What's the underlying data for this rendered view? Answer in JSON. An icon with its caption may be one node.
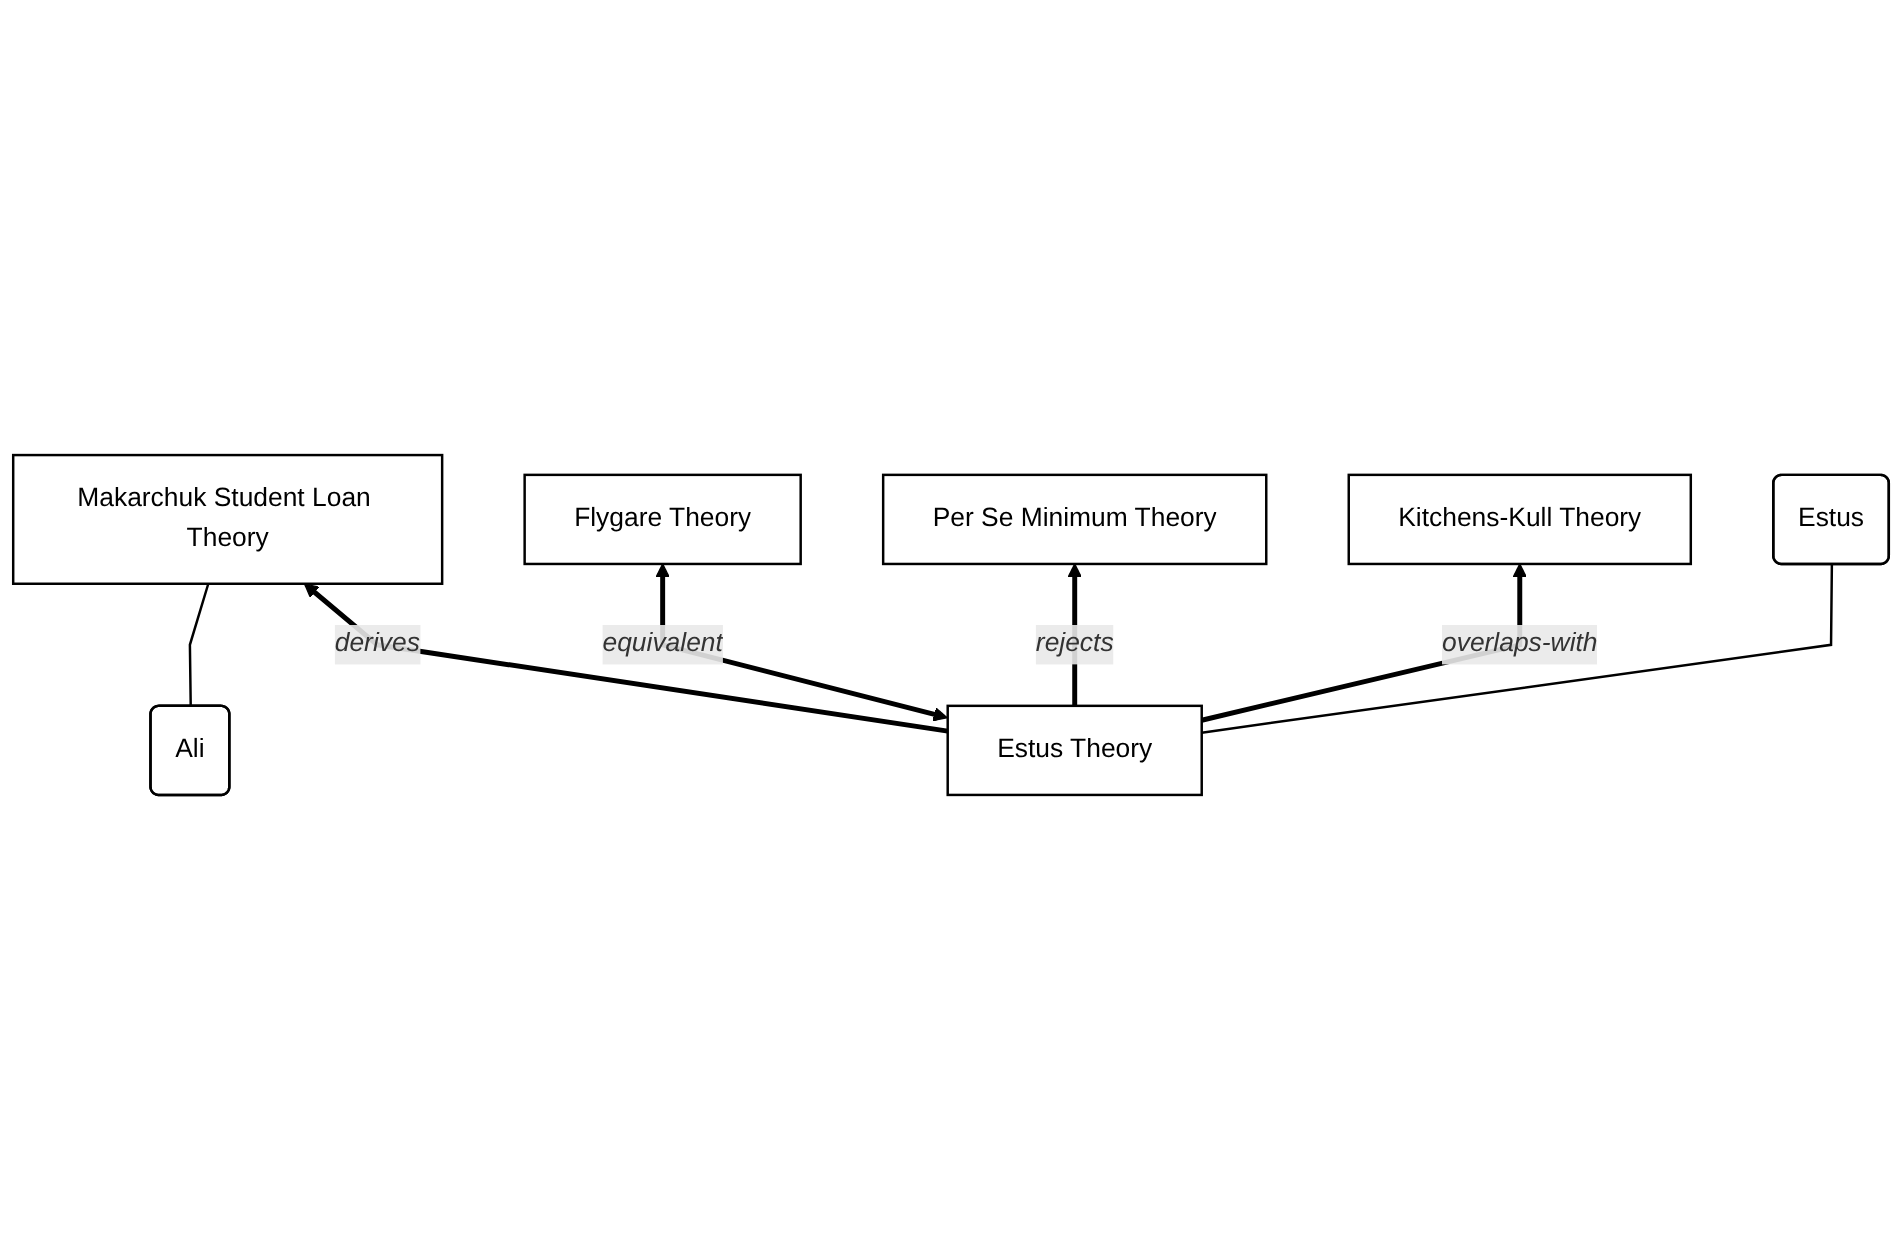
{
  "diagram": {
    "nodes": [
      {
        "text": [
          "Ali"
        ]
      },
      {
        "text": [
          "Makarchuk Student Loan Theory"
        ]
      },
      {
        "text": [
          "Flygare Theory"
        ]
      },
      {
        "text": [
          "Per Se Minimum Theory"
        ]
      },
      {
        "text": [
          "Estus Theory"
        ]
      },
      {
        "text": [
          "Kitchens-Kull Theory"
        ]
      },
      {
        "text": [
          "Estus"
        ]
      }
    ],
    "edges": [
      {
        "from": 0,
        "to": 1,
        "arrow": "none"
      },
      {
        "from": 4,
        "to": 1,
        "arrow": "to",
        "label": "derives"
      },
      {
        "from": 4,
        "to": 2,
        "arrow": "both",
        "label": "equivalent"
      },
      {
        "from": 4,
        "to": 3,
        "arrow": "to",
        "label": "rejects"
      },
      {
        "from": 4,
        "to": 5,
        "arrow": "to",
        "label": "overlaps-with"
      },
      {
        "from": 4,
        "to": 6,
        "arrow": "none"
      }
    ]
  }
}
